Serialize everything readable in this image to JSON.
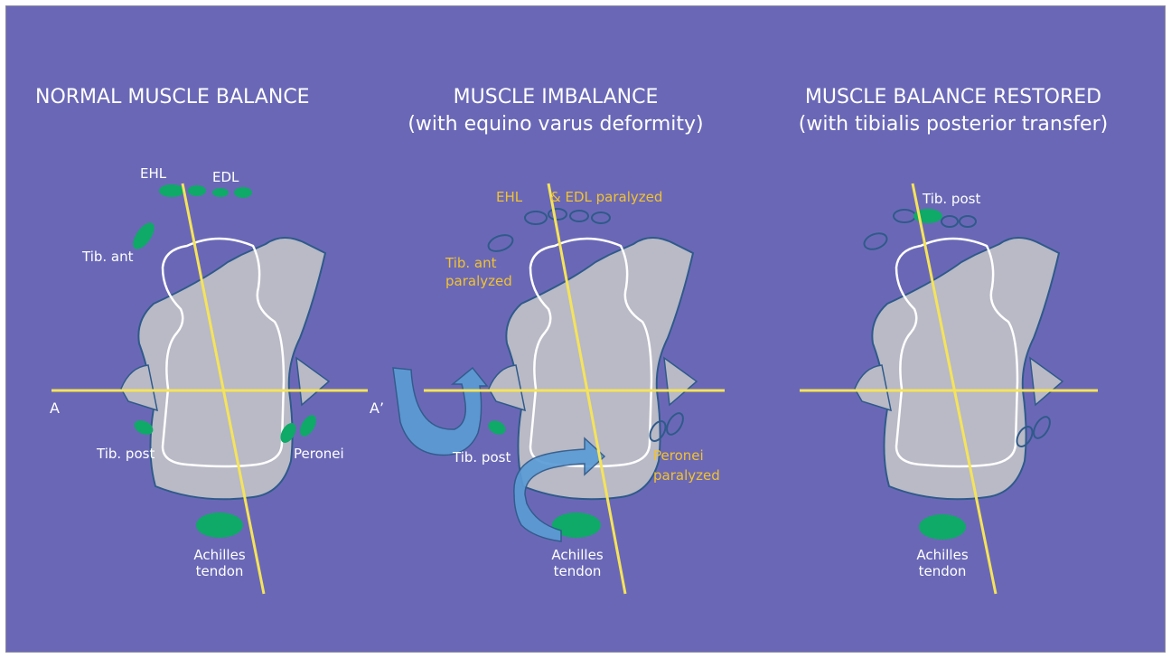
{
  "panels": [
    {
      "title": "NORMAL MUSCLE BALANCE",
      "labels": {
        "ehl": "EHL",
        "edl": "EDL",
        "tib_ant": "Tib. ant",
        "a": "A",
        "a_prime": "A’",
        "tib_post": "Tib. post",
        "peronei": "Peronei",
        "achilles": "Achilles\ntendon"
      }
    },
    {
      "title": "MUSCLE IMBALANCE",
      "subtitle": "(with equino varus deformity)",
      "labels": {
        "ehl": "EHL",
        "edl_paralyzed": "& EDL paralyzed",
        "tib_ant_paralyzed": "Tib. ant\nparalyzed",
        "tib_post": "Tib. post",
        "peronei_paralyzed": "Peronei\nparalyzed",
        "achilles": "Achilles\ntendon"
      }
    },
    {
      "title": "MUSCLE BALANCE RESTORED",
      "subtitle": "(with tibialis posterior transfer)",
      "labels": {
        "tib_post": "Tib. post",
        "achilles": "Achilles\ntendon"
      }
    }
  ],
  "colors": {
    "background": "#6a68b6",
    "bone": "#b9bac6",
    "bone_outline": "#2f5a8a",
    "muscle_active": "#0fa968",
    "muscle_paralyzed_outline": "#2f5a8a",
    "axis_line": "#f5e35a",
    "cast_outline": "#ffffff",
    "arrow": "#5b9bd5",
    "label_white": "#ffffff",
    "label_yellow": "#f2c230"
  }
}
